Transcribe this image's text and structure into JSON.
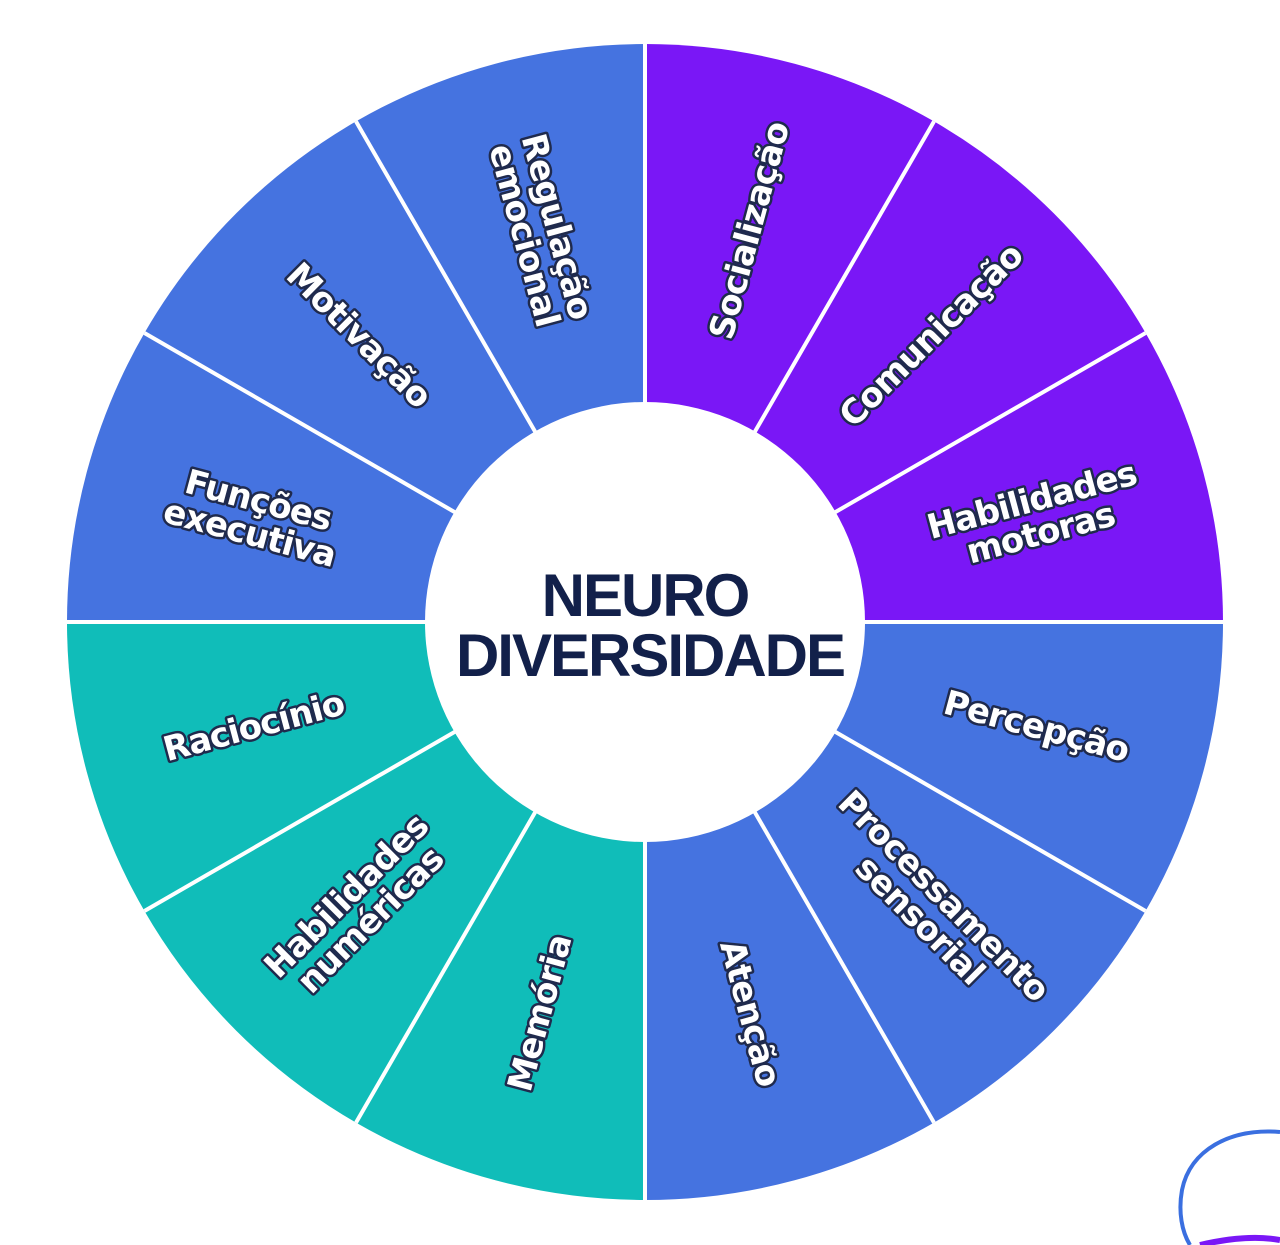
{
  "center": {
    "line1": "NEURO",
    "line2": "DIVERSIDADE"
  },
  "colors": {
    "blue": "#4573e0",
    "purple": "#7a17f6",
    "teal": "#10bdb9",
    "divider": "#ffffff",
    "text_outline": "#1f2a4d",
    "center_text": "#12204a"
  },
  "segments": [
    {
      "lines": [
        "Socialização"
      ],
      "color": "purple"
    },
    {
      "lines": [
        "Comunicação"
      ],
      "color": "purple"
    },
    {
      "lines": [
        "Habilidades",
        "motoras"
      ],
      "color": "purple"
    },
    {
      "lines": [
        "Percepção"
      ],
      "color": "blue"
    },
    {
      "lines": [
        "Processamento",
        "sensorial"
      ],
      "color": "blue"
    },
    {
      "lines": [
        "Atenção"
      ],
      "color": "blue"
    },
    {
      "lines": [
        "Memória"
      ],
      "color": "teal"
    },
    {
      "lines": [
        "Habilidades",
        "numéricas"
      ],
      "color": "teal"
    },
    {
      "lines": [
        "Raciocínio"
      ],
      "color": "teal"
    },
    {
      "lines": [
        "Funções",
        "executiva"
      ],
      "color": "blue"
    },
    {
      "lines": [
        "Motivação"
      ],
      "color": "blue"
    },
    {
      "lines": [
        "Regulação",
        "emocional"
      ],
      "color": "blue"
    }
  ]
}
